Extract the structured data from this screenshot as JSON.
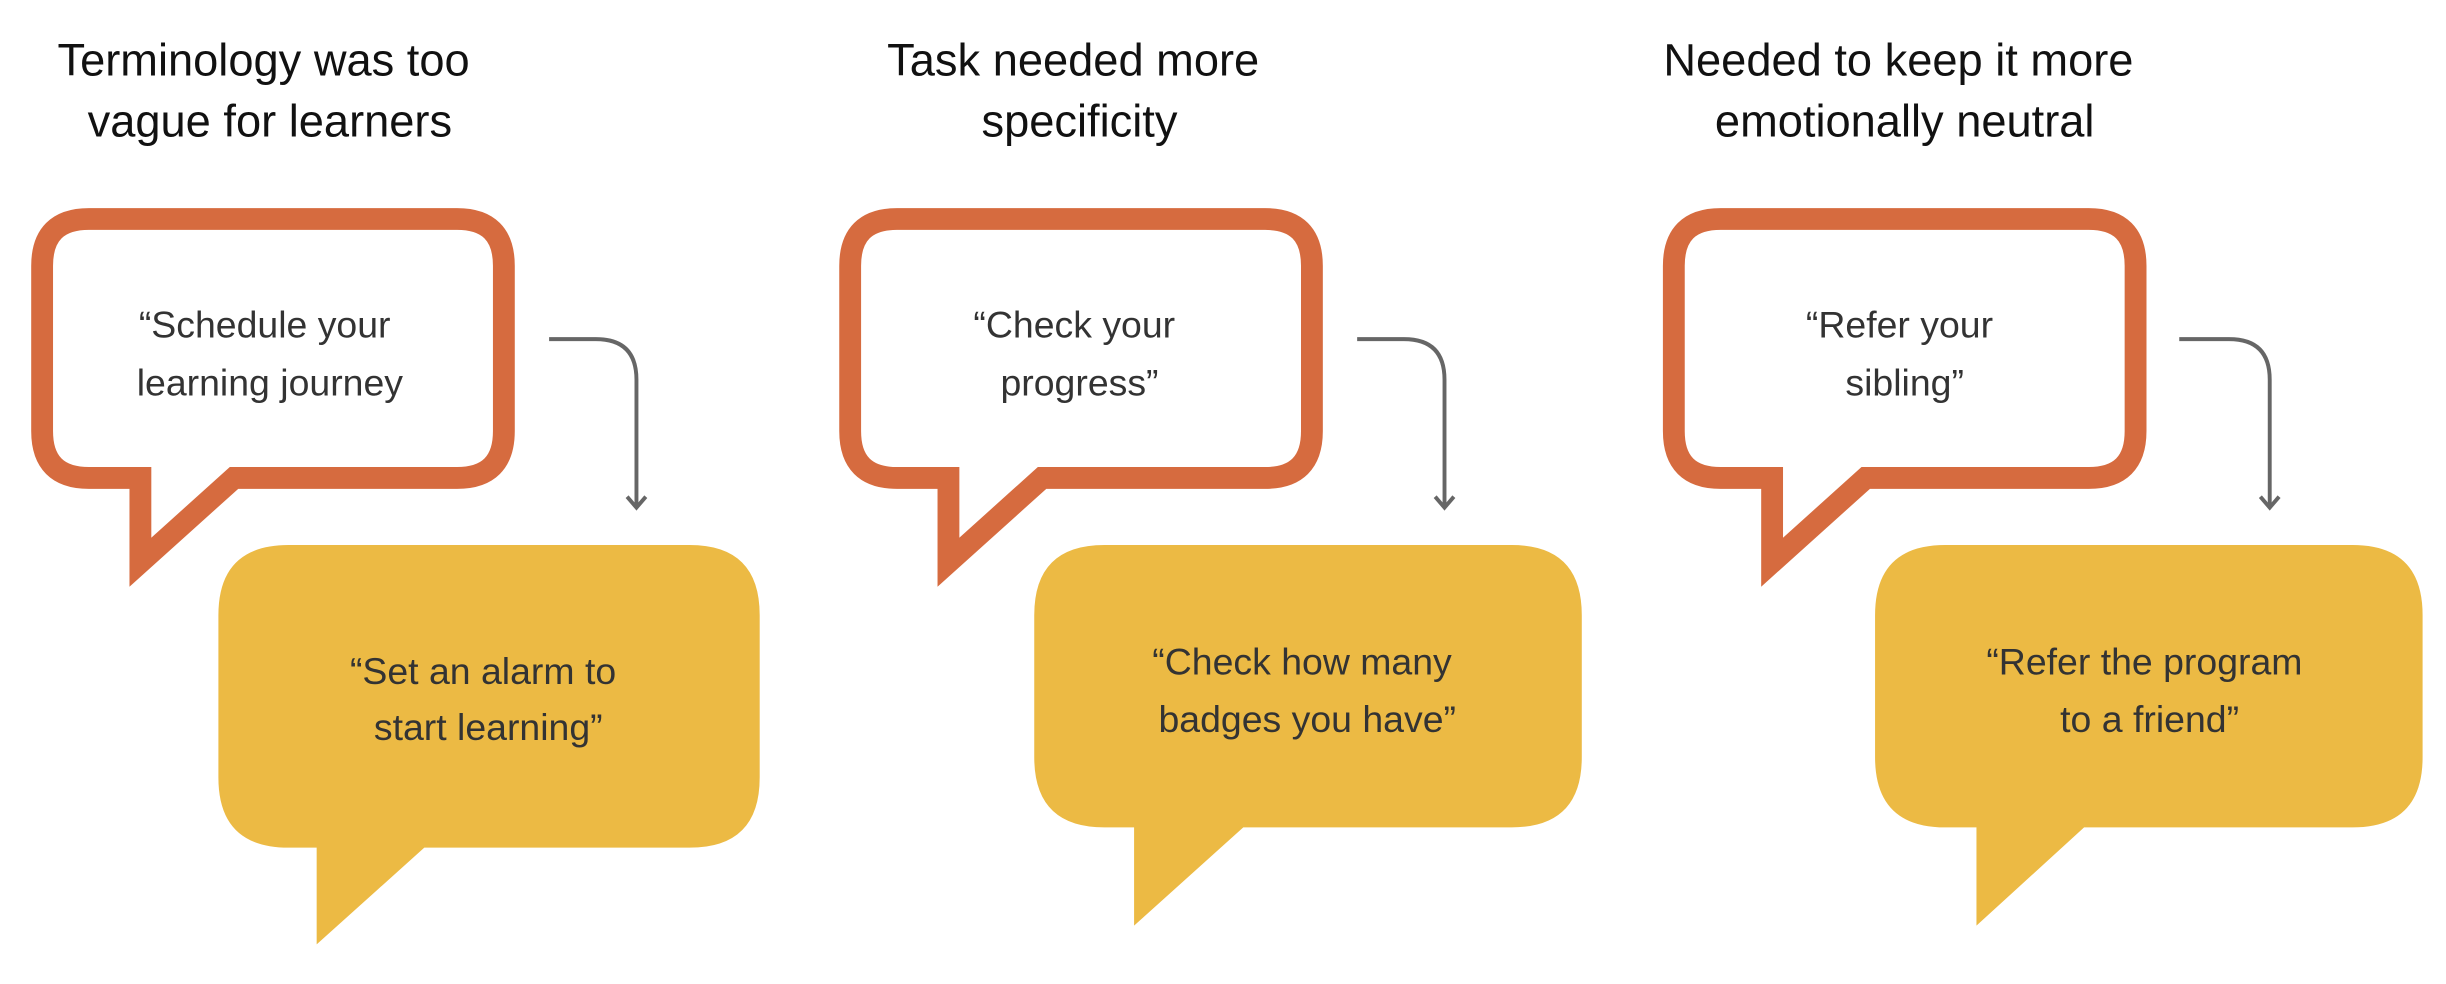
{
  "colors": {
    "original_bubble": "#D66B3F",
    "revised_bubble": "#ECBA44",
    "arrow": "#666666",
    "text": "#333333"
  },
  "panels": [
    {
      "title": [
        "Terminology was too",
        "vague for learners"
      ],
      "original": [
        "“Schedule your",
        "learning journey"
      ],
      "revised": [
        "“Set an alarm to",
        "start learning”"
      ]
    },
    {
      "title": [
        "Task needed more",
        "specificity"
      ],
      "original": [
        "“Check your",
        "progress”"
      ],
      "revised": [
        "“Check how many",
        "badges you have”"
      ]
    },
    {
      "title": [
        "Needed to keep it more",
        "emotionally neutral"
      ],
      "original": [
        "“Refer your",
        "sibling”"
      ],
      "revised": [
        "“Refer the program",
        "to a friend”"
      ]
    }
  ]
}
